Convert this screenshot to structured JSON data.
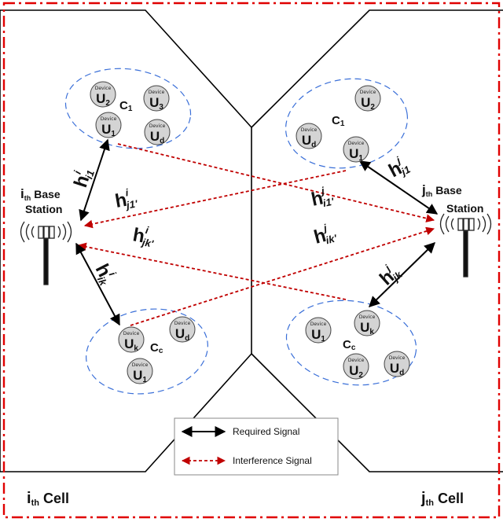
{
  "colors": {
    "required": "#000000",
    "interference": "#c00000",
    "border": "#e00000",
    "cluster": "#3a6fd8",
    "device_fill": "#d4d4d4"
  },
  "device_label": "Device",
  "left_cell": {
    "base_station": {
      "index": "i",
      "suffix": "th",
      "word1": "Base",
      "word2": "Station"
    },
    "cell": {
      "index": "i",
      "suffix": "th",
      "word": "Cell"
    },
    "cluster_top": {
      "name": "C",
      "sub": "1",
      "devices": [
        {
          "u": "U",
          "sub": "2"
        },
        {
          "u": "U",
          "sub": "3"
        },
        {
          "u": "U",
          "sub": "1"
        },
        {
          "u": "U",
          "sub": "d"
        }
      ]
    },
    "cluster_bottom": {
      "name": "C",
      "sub": "c",
      "devices": [
        {
          "u": "U",
          "sub": "k"
        },
        {
          "u": "U",
          "sub": "d"
        },
        {
          "u": "U",
          "sub": "1"
        }
      ]
    }
  },
  "right_cell": {
    "base_station": {
      "index": "j",
      "suffix": "th",
      "word1": "Base",
      "word2": "Station"
    },
    "cell": {
      "index": "j",
      "suffix": "th",
      "word": "Cell"
    },
    "cluster_top": {
      "name": "C",
      "sub": "1",
      "devices": [
        {
          "u": "U",
          "sub": "2"
        },
        {
          "u": "U",
          "sub": "d"
        },
        {
          "u": "U",
          "sub": "1"
        }
      ]
    },
    "cluster_bottom": {
      "name": "C",
      "sub": "c",
      "devices": [
        {
          "u": "U",
          "sub": "k"
        },
        {
          "u": "U",
          "sub": "1"
        },
        {
          "u": "U",
          "sub": "2"
        },
        {
          "u": "U",
          "sub": "d"
        }
      ]
    }
  },
  "channels": {
    "h_i_i1": {
      "base": "h",
      "sup": "i",
      "sub": "i1"
    },
    "h_i_ik": {
      "base": "h",
      "sup": "i",
      "sub": "ik"
    },
    "h_i_j1p": {
      "base": "h",
      "sup": "i",
      "sub": "j1'"
    },
    "h_i_jkp": {
      "base": "h",
      "sup": "i",
      "sub": "jk'"
    },
    "h_j_j1": {
      "base": "h",
      "sup": "j",
      "sub": "j1"
    },
    "h_j_jk": {
      "base": "h",
      "sup": "j",
      "sub": "jk"
    },
    "h_j_i1p": {
      "base": "h",
      "sup": "j",
      "sub": "i1'"
    },
    "h_j_ikp": {
      "base": "h",
      "sup": "j",
      "sub": "ik'"
    }
  },
  "legend": {
    "required": "Required Signal",
    "interference": "Interference Signal"
  }
}
